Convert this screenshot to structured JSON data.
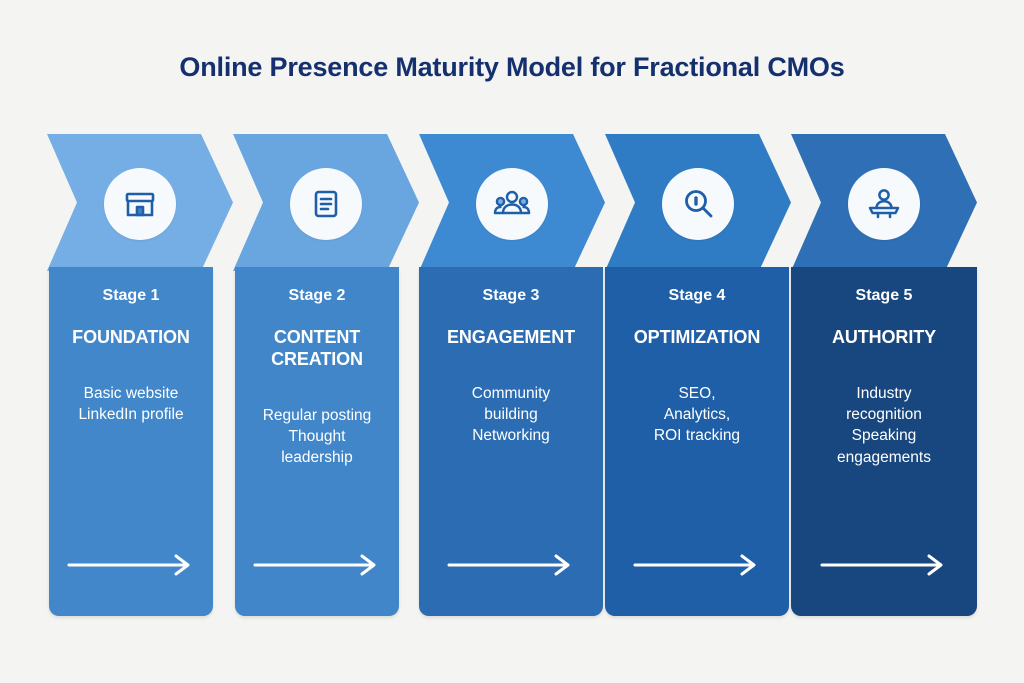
{
  "page": {
    "title": "Online Presence Maturity Model for Fractional CMOs",
    "background_color": "#f4f4f2",
    "title_color": "#14306e"
  },
  "stages": [
    {
      "number": "Stage 1",
      "name": "FOUNDATION",
      "description": "Basic website\nLinkedIn profile",
      "icon": "storefront-icon",
      "header_color": "#74aee4",
      "body_color": "#4287ca",
      "arrow_label": "next-stage-arrow"
    },
    {
      "number": "Stage 2",
      "name": "CONTENT CREATION",
      "description": "Regular posting\nThought\nleadership",
      "icon": "document-icon",
      "header_color": "#69a6e0",
      "body_color": "#4086c9",
      "arrow_label": "next-stage-arrow"
    },
    {
      "number": "Stage 3",
      "name": "ENGAGEMENT",
      "description": "Community\nbuilding\nNetworking",
      "icon": "people-group-icon",
      "header_color": "#3e8ad2",
      "body_color": "#2b6cb3",
      "arrow_label": "next-stage-arrow"
    },
    {
      "number": "Stage 4",
      "name": "OPTIMIZATION",
      "description": "SEO,\nAnalytics,\nROI tracking",
      "icon": "magnifier-icon",
      "header_color": "#2f7cc4",
      "body_color": "#1f5fa8",
      "arrow_label": "next-stage-arrow"
    },
    {
      "number": "Stage 5",
      "name": "AUTHORITY",
      "description": "Industry\nrecognition\nSpeaking\nengagements",
      "icon": "speaker-podium-icon",
      "header_color": "#2f6fb5",
      "body_color": "#18477f",
      "arrow_label": "next-stage-arrow"
    }
  ],
  "icon_color": "#1f5fa8"
}
